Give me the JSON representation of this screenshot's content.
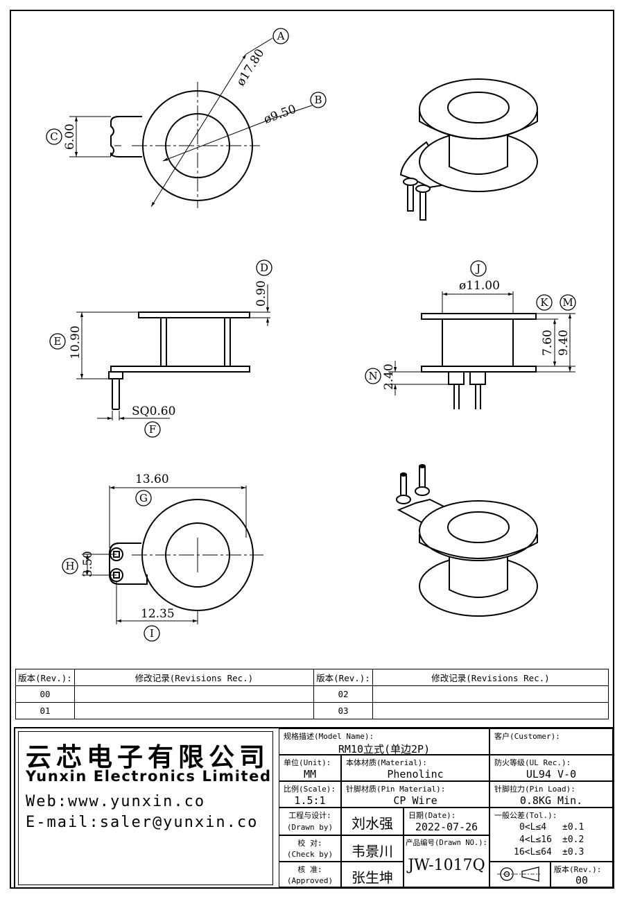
{
  "dimensions": {
    "A": {
      "tag": "A",
      "value": "ø17.80"
    },
    "B": {
      "tag": "B",
      "value": "ø9.50"
    },
    "C": {
      "tag": "C",
      "value": "6.00"
    },
    "D": {
      "tag": "D",
      "value": "0.90"
    },
    "E": {
      "tag": "E",
      "value": "10.90"
    },
    "F": {
      "tag": "F",
      "value": "SQ0.60"
    },
    "G": {
      "tag": "G",
      "value": "13.60"
    },
    "H": {
      "tag": "H",
      "value": "3.50"
    },
    "I": {
      "tag": "I",
      "value": "12.35"
    },
    "J": {
      "tag": "J",
      "value": "ø11.00"
    },
    "K": {
      "tag": "K",
      "value": "7.60"
    },
    "M": {
      "tag": "M",
      "value": "9.40"
    },
    "N": {
      "tag": "N",
      "value": "2.40"
    }
  },
  "revisions": {
    "header_rev": "版本(Rev.):",
    "header_rec": "修改记录(Revisions Rec.)",
    "rows": [
      {
        "left_rev": "00",
        "left_rec": "",
        "right_rev": "02",
        "right_rec": ""
      },
      {
        "left_rev": "01",
        "left_rec": "",
        "right_rev": "03",
        "right_rec": ""
      }
    ]
  },
  "company": {
    "name_cn": "云芯电子有限公司",
    "name_en": "Yunxin Electronics Limited",
    "web": "Web:www.yunxin.co",
    "email": "E-mail:saler@yunxin.co"
  },
  "title_block": {
    "model_name_label": "规格描述(Model Name):",
    "model_name": "RM10立式(单边2P)",
    "customer_label": "客户(Customer):",
    "customer": "",
    "unit_label": "单位(Unit):",
    "unit": "MM",
    "material_label": "本体材质(Material):",
    "material": "Phenolinc",
    "ul_label": "防火等级(UL Rec.):",
    "ul": "UL94 V-0",
    "scale_label": "比例(Scale):",
    "scale": "1.5:1",
    "pin_material_label": "针脚材质(Pin Material):",
    "pin_material": "CP Wire",
    "pin_load_label": "针脚拉力(Pin Load):",
    "pin_load": "0.8KG Min.",
    "drawn_label": "工程与设计:",
    "drawn_label_en": "(Drawn by)",
    "drawn_by": "刘水强",
    "date_label": "日期(Date):",
    "date": "2022-07-26",
    "check_label": "校  对:",
    "check_label_en": "(Check by)",
    "check_by": "韦景川",
    "drawn_no_label": "产品编号(Drawn NO.):",
    "drawn_no": "JW-1017Q",
    "approved_label": "核  准:",
    "approved_label_en": "(Approved)",
    "approved_by": "张生坤",
    "tol_label": "一般公差(Tol.):",
    "tol_rows": [
      {
        "range": "0<L≤4",
        "tol": "±0.1"
      },
      {
        "range": "4<L≤16",
        "tol": "±0.2"
      },
      {
        "range": "16<L≤64",
        "tol": "±0.3"
      }
    ],
    "rev_label": "版本(Rev.):",
    "rev": "00"
  }
}
